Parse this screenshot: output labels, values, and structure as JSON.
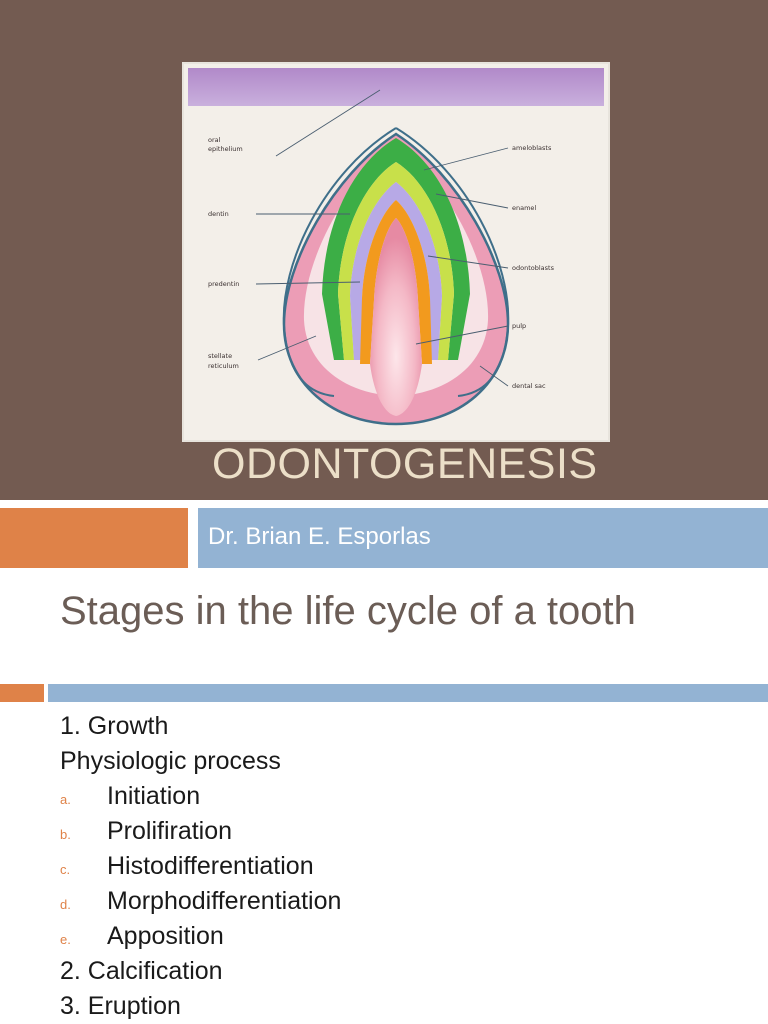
{
  "slide1": {
    "title": "ODONTOGENESIS",
    "subtitle": "Dr. Brian E. Esporlas",
    "figure": {
      "labels": {
        "oral_epithelium_1": "oral",
        "oral_epithelium_2": "epithelium",
        "dentin": "dentin",
        "predentin": "predentin",
        "stellate_1": "stellate",
        "stellate_2": "reticulum",
        "ameloblasts": "ameloblasts",
        "enamel": "enamel",
        "odontoblasts": "odontoblasts",
        "pulp": "pulp",
        "dental_sac": "dental sac"
      }
    }
  },
  "slide2": {
    "title": "Stages in the life cycle of a tooth",
    "items": [
      {
        "marker": "",
        "text": "1. Growth"
      },
      {
        "marker": "",
        "text": "Physiologic process"
      },
      {
        "marker": "a.",
        "text": "Initiation"
      },
      {
        "marker": "b.",
        "text": "Prolifiration"
      },
      {
        "marker": "c.",
        "text": "Histodifferentiation"
      },
      {
        "marker": "d.",
        "text": "Morphodifferentiation"
      },
      {
        "marker": "e.",
        "text": "Apposition"
      },
      {
        "marker": "",
        "text": "2. Calcification"
      },
      {
        "marker": "",
        "text": "3. Eruption"
      }
    ]
  },
  "colors": {
    "slide_background": "#735b51",
    "accent_orange": "#df8248",
    "accent_blue": "#93b3d3",
    "title_cream": "#ecdfc8",
    "heading_gray": "#6b5d56"
  }
}
